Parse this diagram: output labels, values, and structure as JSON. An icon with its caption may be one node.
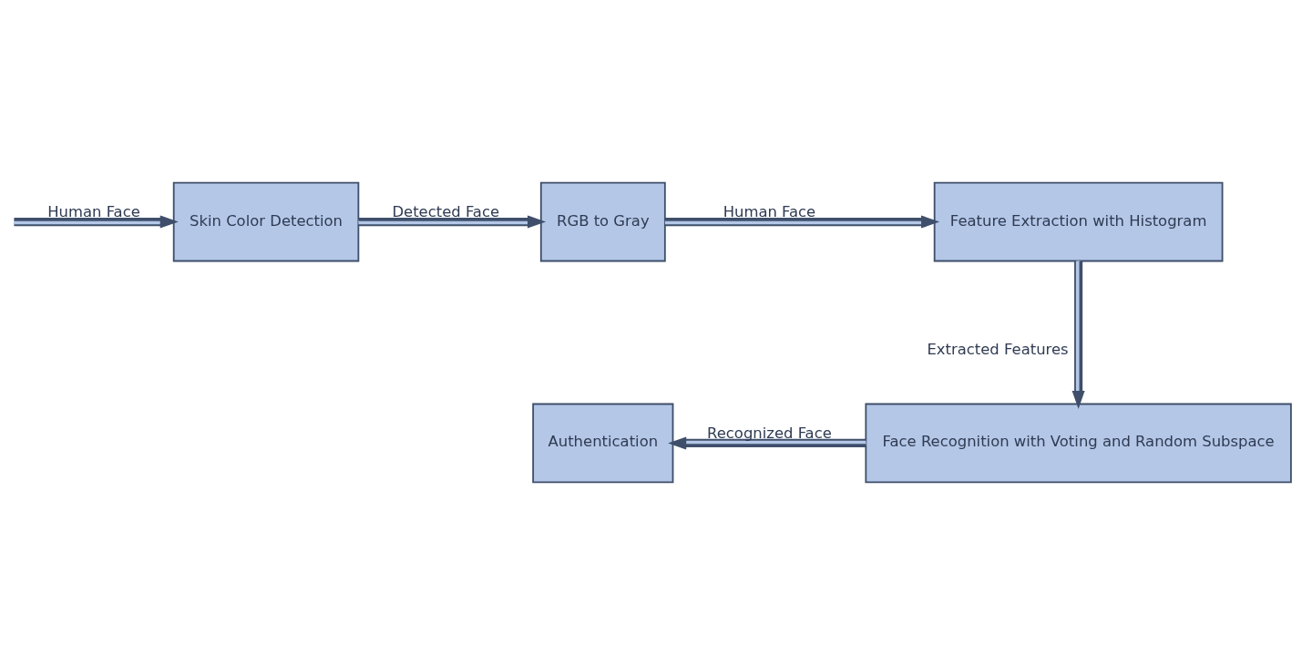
{
  "diagram": {
    "nodes": [
      {
        "text": [
          "Skin Color Detection"
        ]
      },
      {
        "text": [
          "RGB to Gray"
        ]
      },
      {
        "text": [
          "Feature Extraction with Histogram"
        ]
      },
      {
        "text": [
          "Face Recognition with Voting and Random Subspace"
        ]
      },
      {
        "text": [
          "Authentication"
        ]
      }
    ],
    "edges": [
      {
        "from": null,
        "to": 0,
        "arrow": "to",
        "label": "Human Face"
      },
      {
        "from": 0,
        "to": 1,
        "arrow": "to",
        "label": "Detected Face"
      },
      {
        "from": 1,
        "to": 2,
        "arrow": "to",
        "label": "Human Face"
      },
      {
        "from": 2,
        "to": 3,
        "arrow": "to",
        "label": "Extracted Features"
      },
      {
        "from": 3,
        "to": 4,
        "arrow": "to",
        "label": "Recognized Face"
      }
    ]
  }
}
